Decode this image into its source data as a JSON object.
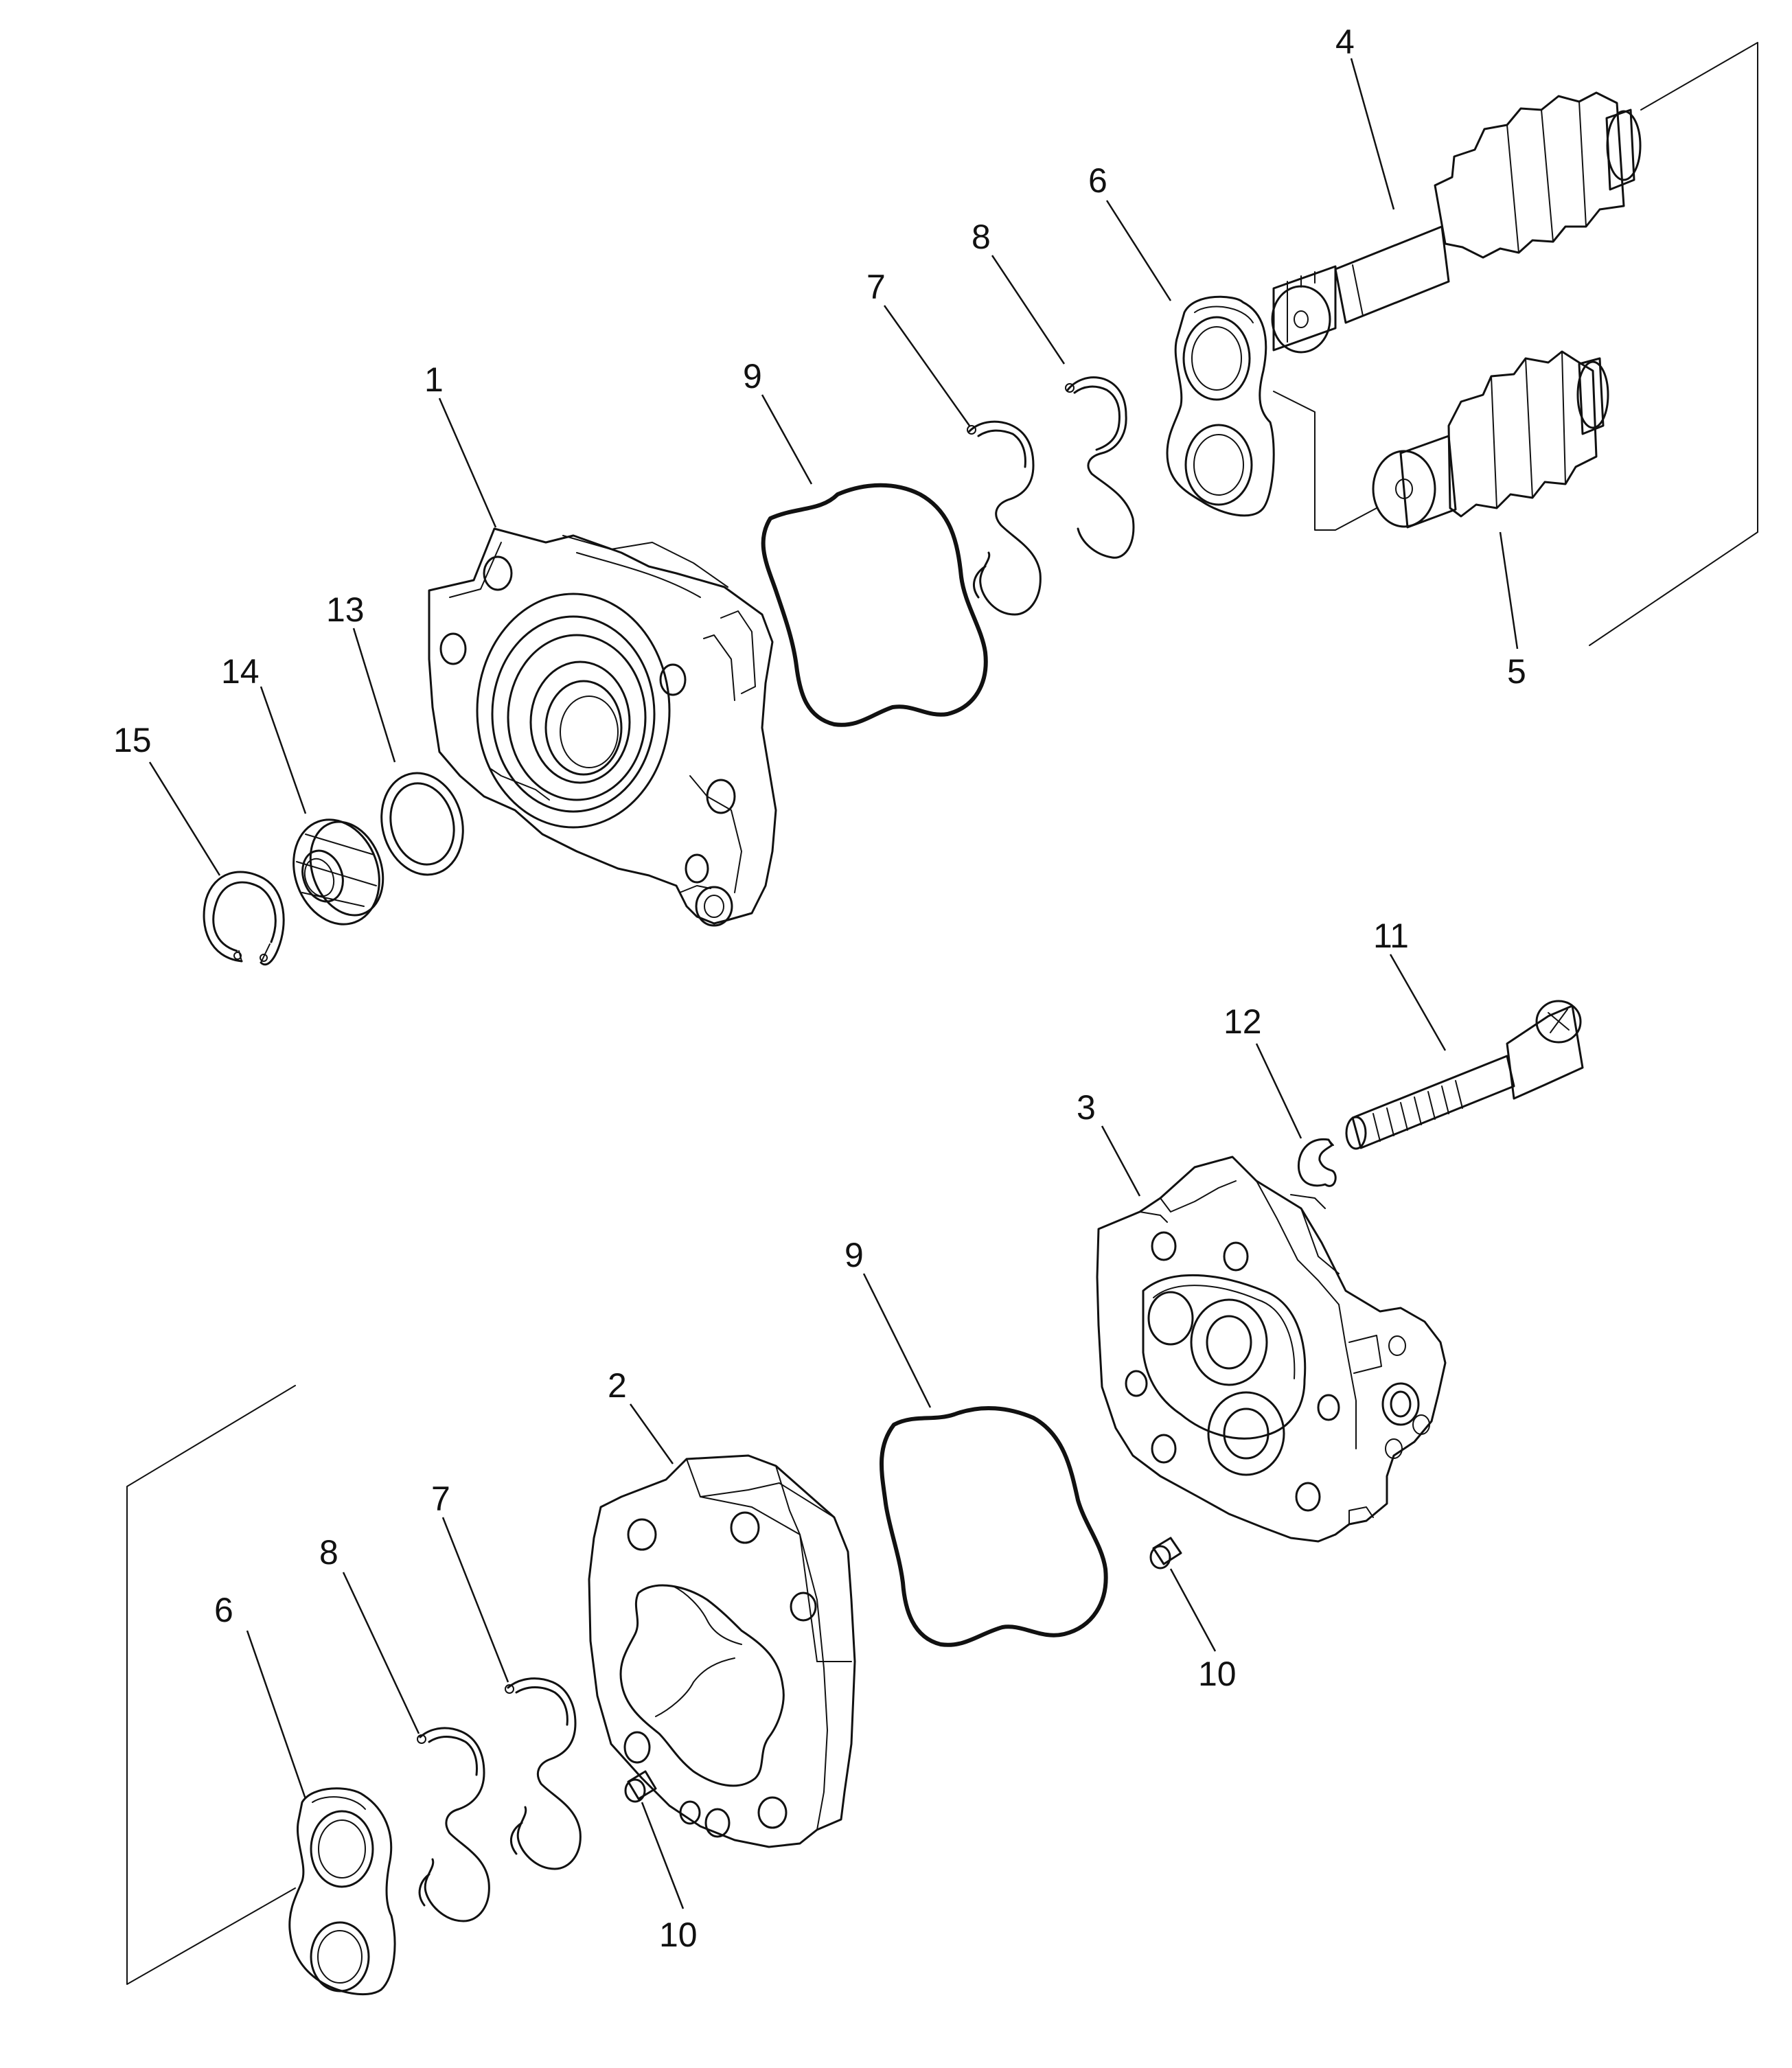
{
  "callouts": {
    "c1": "1",
    "c2": "2",
    "c3": "3",
    "c4": "4",
    "c5": "5",
    "c6a": "6",
    "c6b": "6",
    "c7a": "7",
    "c7b": "7",
    "c8a": "8",
    "c8b": "8",
    "c9a": "9",
    "c9b": "9",
    "c10a": "10",
    "c10b": "10",
    "c11": "11",
    "c12": "12",
    "c13": "13",
    "c14": "14",
    "c15": "15"
  }
}
